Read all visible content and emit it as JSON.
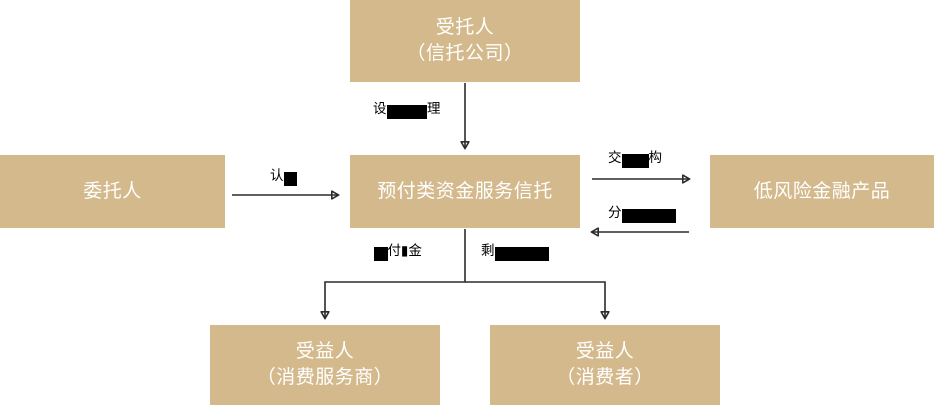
{
  "diagram": {
    "type": "flowchart",
    "palette": {
      "node_fill": "#d4b98c",
      "node_text": "#ffffff",
      "edge": "#2b2b2b",
      "redaction": "#000000",
      "background": "#ffffff"
    },
    "nodes": [
      {
        "id": "trustee",
        "label": "受托人\n（信托公司）"
      },
      {
        "id": "settlor",
        "label": "委托人"
      },
      {
        "id": "trust",
        "label": "预付类资金服务信托"
      },
      {
        "id": "product",
        "label": "低风险金融产品"
      },
      {
        "id": "beneficiary_a",
        "label": "受益人\n（消费服务商）"
      },
      {
        "id": "beneficiary_b",
        "label": "受益人\n（消费者）"
      }
    ],
    "edges": [
      {
        "id": "establish",
        "from": "trustee",
        "to": "trust",
        "direction": "down",
        "label_visible": "设",
        "label_redacted": "▮▮▮",
        "label_tail": "理"
      },
      {
        "id": "subscribe",
        "from": "settlor",
        "to": "trust",
        "direction": "right",
        "label_visible": "认",
        "label_redacted": "▮",
        "label_tail": ""
      },
      {
        "id": "structure",
        "from": "trust",
        "to": "product",
        "direction": "right",
        "label_visible": "交",
        "label_redacted": "▮▮",
        "label_tail": "构"
      },
      {
        "id": "distribute",
        "from": "product",
        "to": "trust",
        "direction": "left",
        "label_visible": "分",
        "label_redacted": "▮▮▮▮",
        "label_tail": ""
      },
      {
        "id": "pay",
        "from": "trust",
        "to": "beneficiary_a",
        "direction": "down",
        "label_visible": "",
        "label_redacted": "▮",
        "label_tail": "付▮金"
      },
      {
        "id": "residual",
        "from": "trust",
        "to": "beneficiary_b",
        "direction": "down",
        "label_visible": "剩",
        "label_redacted": "▮▮▮▮",
        "label_tail": ""
      }
    ]
  }
}
